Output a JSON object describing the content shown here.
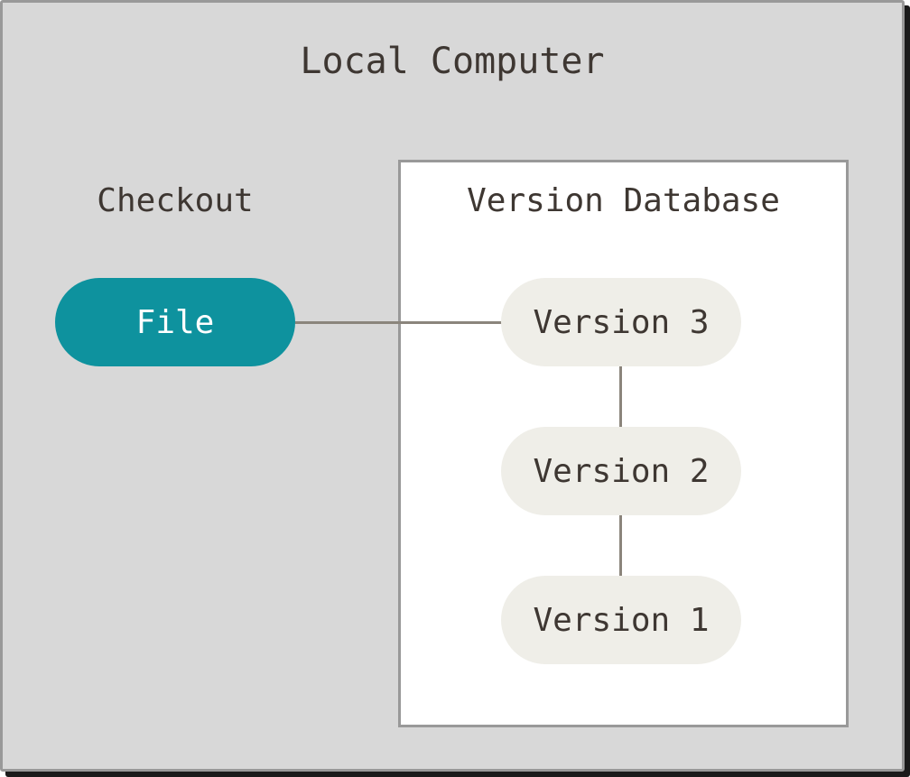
{
  "title": "Local Computer",
  "checkout": {
    "label": "Checkout"
  },
  "file_node": {
    "label": "File"
  },
  "version_database": {
    "title": "Version Database",
    "nodes": [
      {
        "label": "Version 3"
      },
      {
        "label": "Version 2"
      },
      {
        "label": "Version 1"
      }
    ]
  },
  "connectors": [
    {
      "from": "File",
      "to": "Version 3",
      "orientation": "horizontal"
    },
    {
      "from": "Version 3",
      "to": "Version 2",
      "orientation": "vertical"
    },
    {
      "from": "Version 2",
      "to": "Version 1",
      "orientation": "vertical"
    }
  ],
  "colors": {
    "canvas_bg": "#d8d8d8",
    "frame_border": "#999999",
    "frame_shadow": "#1a1a1a",
    "box_bg": "#ffffff",
    "box_border": "#999999",
    "file_node_bg": "#0e929e",
    "file_node_text": "#ffffff",
    "version_node_bg": "#efeee8",
    "text": "#3e3732",
    "connector": "#8b857c"
  }
}
